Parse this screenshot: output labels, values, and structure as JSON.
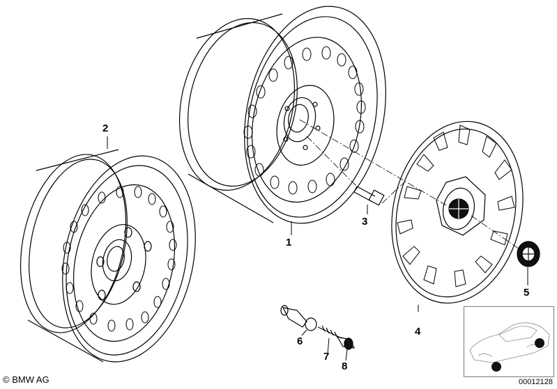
{
  "callouts": {
    "part_1": "1",
    "part_2": "2",
    "part_3": "3",
    "part_4": "4",
    "part_5": "5",
    "part_6": "6",
    "part_7": "7",
    "part_8": "8"
  },
  "footer": {
    "copyright": "© BMW AG",
    "image_number": "00012128"
  },
  "colors": {
    "line": "#000000",
    "background": "#ffffff",
    "emblem_dark": "#111111",
    "inset_border": "#777777"
  }
}
